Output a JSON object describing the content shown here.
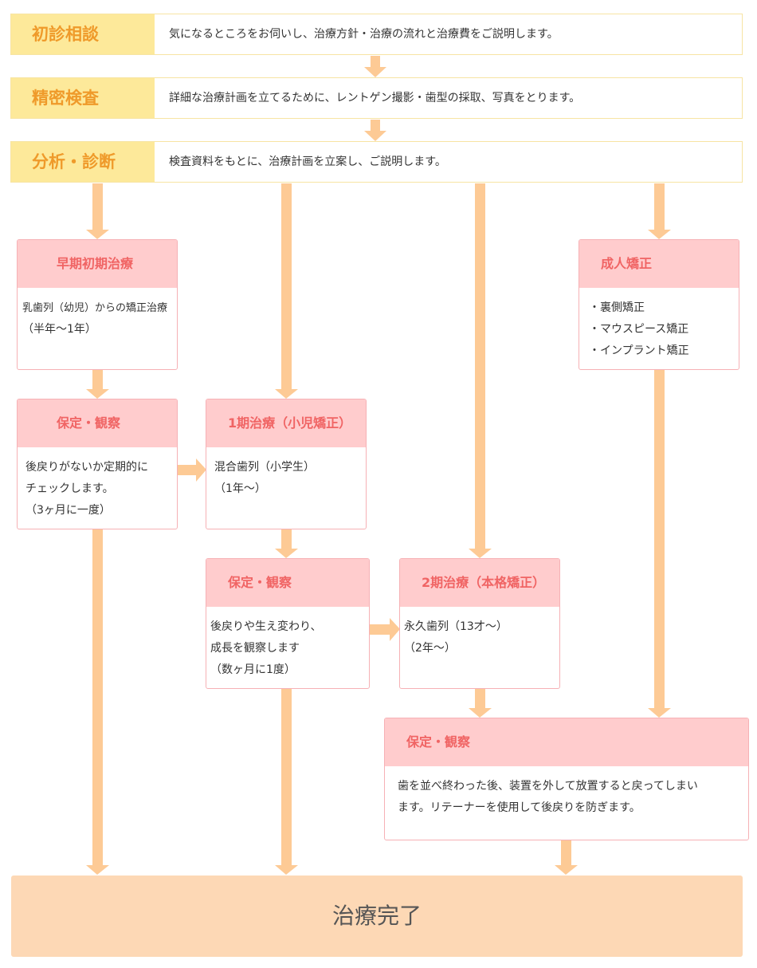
{
  "steps": [
    {
      "title": "初診相談",
      "description": "気になるところをお伺いし、治療方針・治療の流れと治療費をご説明します。"
    },
    {
      "title": "精密検査",
      "description": "詳細な治療計画を立てるために、レントゲン撮影・歯型の採取、写真をとります。"
    },
    {
      "title": "分析・診断",
      "description": "検査資料をもとに、治療計画を立案し、ご説明します。"
    }
  ],
  "boxes": {
    "early": {
      "title": "早期初期治療",
      "lines": [
        "乳歯列（幼児）からの矯正治療",
        "（半年〜1年）"
      ]
    },
    "adult": {
      "title": "成人矯正",
      "lines": [
        "・裏側矯正",
        "・マウスピース矯正",
        "・インプラント矯正"
      ]
    },
    "retention1": {
      "title": "保定・観察",
      "lines": [
        "後戻りがないか定期的に",
        "チェックします。",
        "（3ヶ月に一度）"
      ]
    },
    "phase1": {
      "title": "1期治療（小児矯正）",
      "lines": [
        "混合歯列（小学生）",
        "（1年〜）"
      ]
    },
    "retention2": {
      "title": "保定・観察",
      "lines": [
        "後戻りや生え変わり、",
        "成長を観察します",
        "（数ヶ月に1度）"
      ]
    },
    "phase2": {
      "title": "2期治療（本格矯正）",
      "lines": [
        "永久歯列（13才〜）",
        "（2年〜）"
      ]
    },
    "retention3": {
      "title": "保定・観察",
      "lines": [
        "歯を並べ終わった後、装置を外して放置すると戻ってしまい",
        "ます。リテーナーを使用して後戻りを防ぎます。"
      ]
    }
  },
  "finish": "治療完了",
  "colors": {
    "step_head_bg": "#fde99a",
    "step_head_text": "#ef9a2a",
    "box_head_bg": "#ffcccd",
    "box_head_text": "#f06464",
    "box_border": "#f6b1b5",
    "arrow": "#fdca95",
    "finish_bg": "#fdd8b5"
  }
}
